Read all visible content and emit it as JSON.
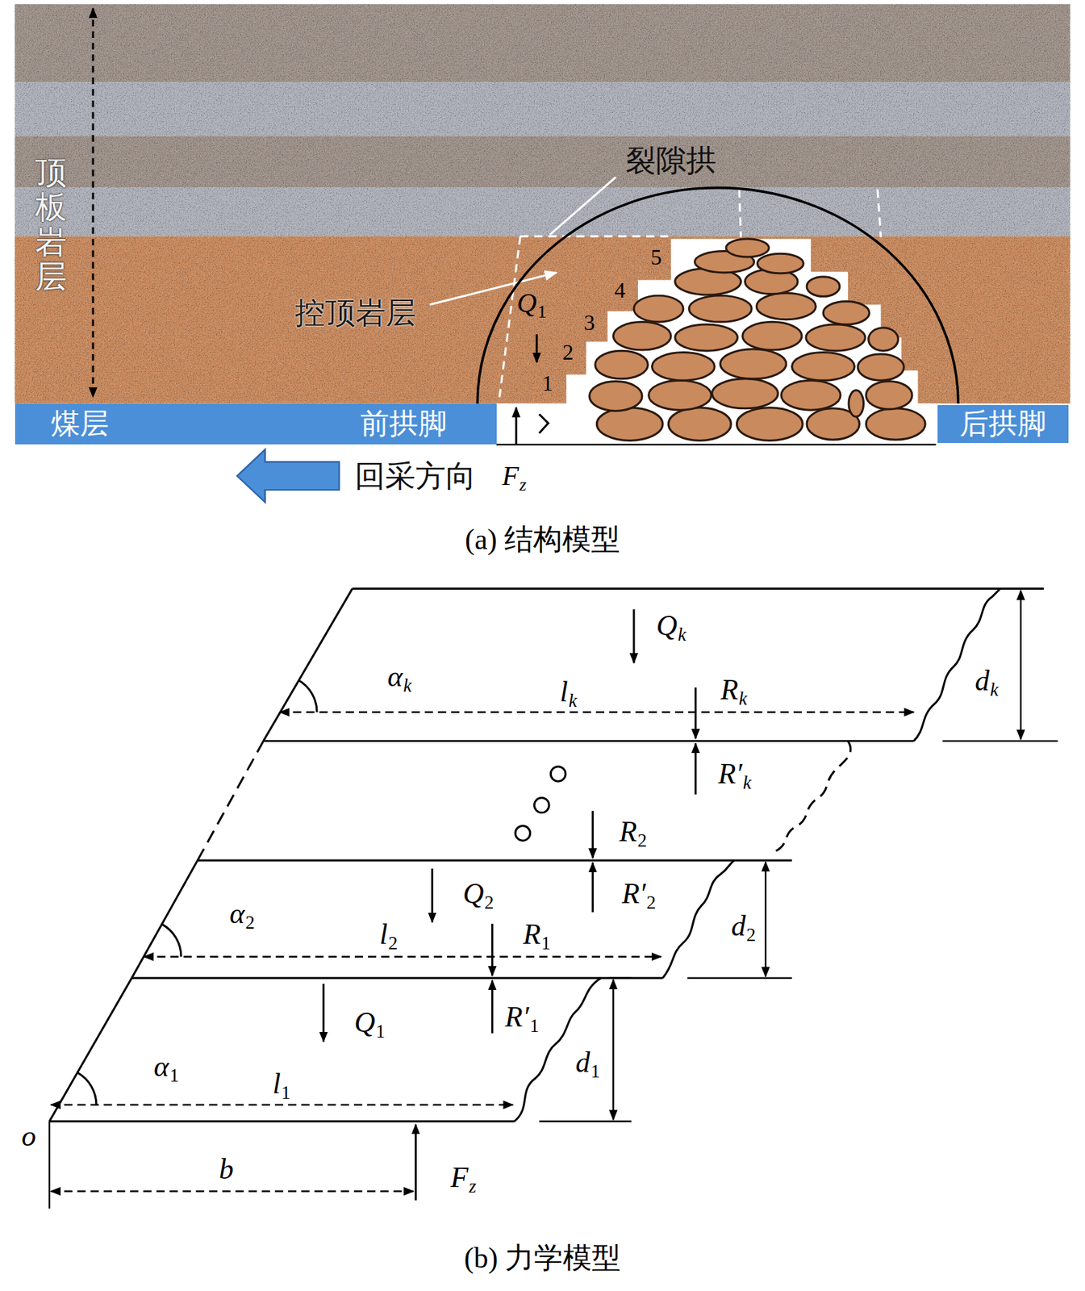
{
  "diagram": {
    "nodes": [
      {
        "text": [
          "煤层",
          "前拱脚"
        ]
      },
      {
        "text": [
          "后拱脚"
        ]
      }
    ],
    "labels": [
      "顶板岩层",
      "裂隙拱",
      "控顶岩层",
      "Q",
      "1",
      "1",
      "2",
      "3",
      "4",
      "5",
      "回采方向",
      "F",
      "z",
      "(a) 结构模型",
      "Q",
      "k",
      "α",
      "k",
      "l",
      "k",
      "R",
      "k",
      "d",
      "k",
      "R′",
      "k",
      "R",
      "2",
      "Q",
      "2",
      "R′",
      "2",
      "α",
      "2",
      "l",
      "2",
      "R",
      "1",
      "d",
      "2",
      "R′",
      "1",
      "Q",
      "1",
      "α",
      "1",
      "l",
      "1",
      "d",
      "1",
      "o",
      "F",
      "z",
      "b",
      "(b) 力学模型"
    ]
  }
}
